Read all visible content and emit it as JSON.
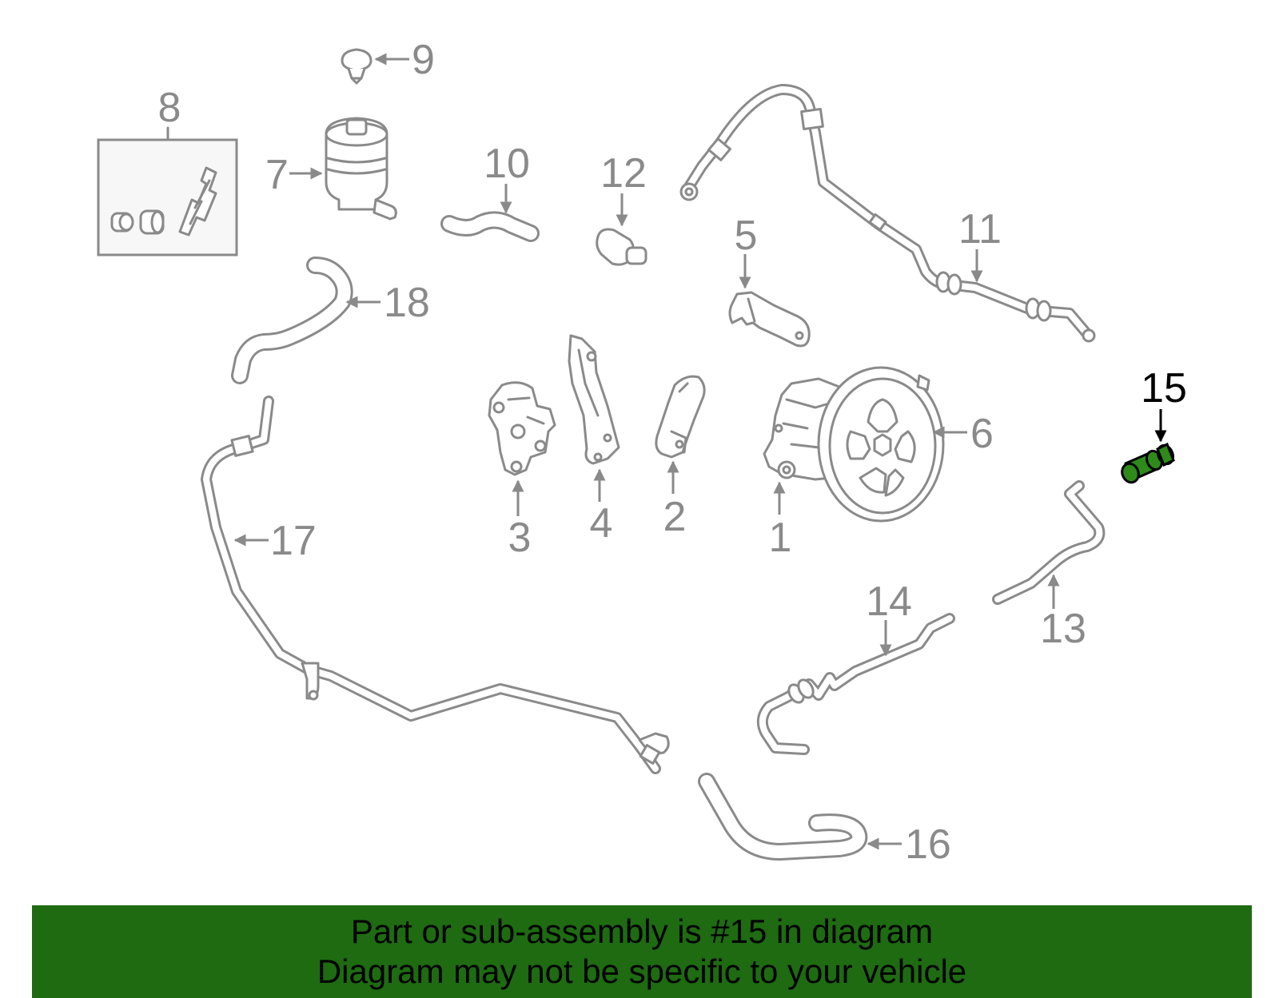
{
  "diagram": {
    "callouts": [
      {
        "number": "1"
      },
      {
        "number": "2"
      },
      {
        "number": "3"
      },
      {
        "number": "4"
      },
      {
        "number": "5"
      },
      {
        "number": "6"
      },
      {
        "number": "7"
      },
      {
        "number": "8"
      },
      {
        "number": "9"
      },
      {
        "number": "10"
      },
      {
        "number": "11"
      },
      {
        "number": "12"
      },
      {
        "number": "13"
      },
      {
        "number": "14"
      },
      {
        "number": "15",
        "highlighted": true
      },
      {
        "number": "16"
      },
      {
        "number": "17"
      },
      {
        "number": "18"
      }
    ],
    "colors": {
      "line_art": "#8a8a8a",
      "highlight_part": "#2e8b1a",
      "banner_background": "#1e6b12",
      "banner_text": "#000000"
    }
  },
  "banner": {
    "line1": "Part or sub-assembly is #15 in diagram",
    "line2": "Diagram may not be specific to your vehicle"
  }
}
